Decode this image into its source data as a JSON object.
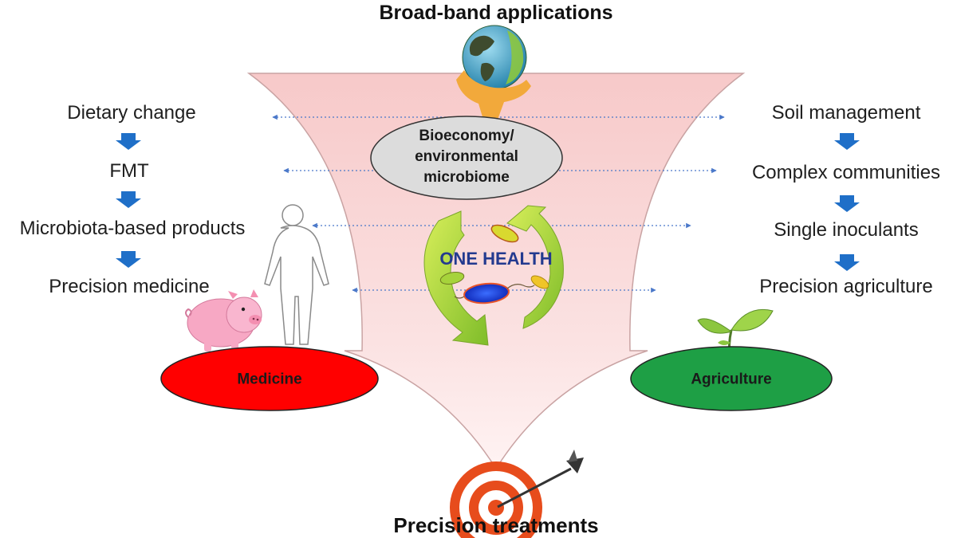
{
  "title_top": "Broad-band applications",
  "title_bottom": "Precision treatments",
  "left_column": [
    "Dietary change",
    "FMT",
    "Microbiota-based products",
    "Precision medicine"
  ],
  "right_column": [
    "Soil management",
    "Complex communities",
    "Single inoculants",
    "Precision agriculture"
  ],
  "center": {
    "bioeconomy_lines": [
      "Bioeconomy/",
      "environmental",
      "microbiome"
    ],
    "one_health": "ONE HEALTH"
  },
  "ovals": {
    "medicine": "Medicine",
    "agriculture": "Agriculture"
  },
  "colors": {
    "funnel": "#f9d3d3",
    "funnel_edge": "#c9a3a3",
    "medicine": "#ff0000",
    "agriculture": "#1e9f45",
    "arrow_blue": "#1f6fc8",
    "green_arrow": "#9acd32",
    "one_health": "#233a8f"
  }
}
